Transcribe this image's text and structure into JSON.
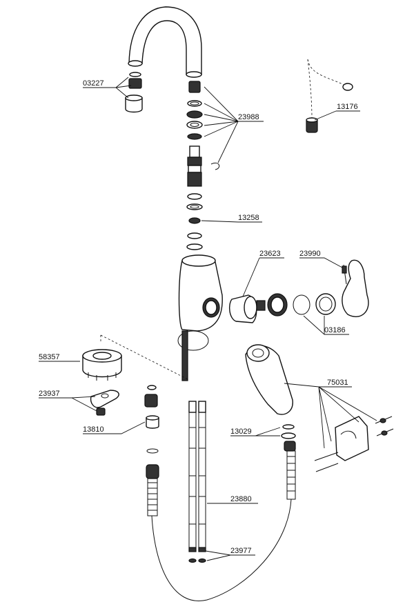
{
  "part_numbers": {
    "p03227": "03227",
    "p23988": "23988",
    "p13176": "13176",
    "p13258": "13258",
    "p23623": "23623",
    "p23990": "23990",
    "p03186": "03186",
    "p58357": "58357",
    "p75031": "75031",
    "p23937": "23937",
    "p13810": "13810",
    "p13029": "13029",
    "p23880": "23880",
    "p23977": "23977"
  }
}
